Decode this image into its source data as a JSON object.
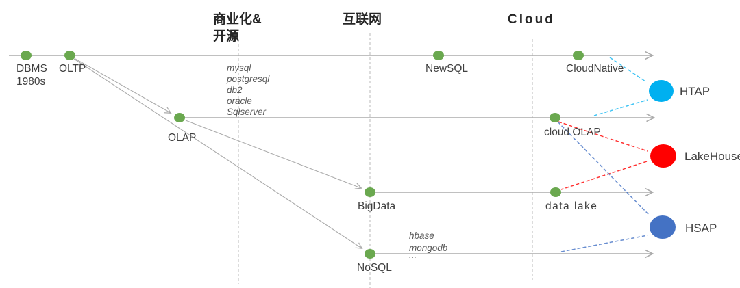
{
  "eras": [
    {
      "line1": "商业化&",
      "line2": "开源"
    },
    {
      "line1": "互联网"
    },
    {
      "line1": "Cloud"
    }
  ],
  "milestones": {
    "dbms_line1": "DBMS",
    "dbms_line2": "1980s",
    "oltp": "OLTP",
    "newsql": "NewSQL",
    "cloudnative": "CloudNative",
    "olap": "OLAP",
    "cloud_olap": "cloud OLAP",
    "bigdata": "BigData",
    "data_lake": "data lake",
    "nosql": "NoSQL"
  },
  "examples": {
    "relational": [
      "mysql",
      "postgresql",
      "db2",
      "oracle",
      "Sqlserver"
    ],
    "nosql": [
      "hbase",
      "mongodb",
      "..."
    ]
  },
  "endpoints": [
    {
      "label": "HTAP",
      "color": "#00B0F0"
    },
    {
      "label": "LakeHouse",
      "color": "#FF0000"
    },
    {
      "label": "HSAP",
      "color": "#4472C4"
    }
  ],
  "colors": {
    "milestone_green": "#6AA84F",
    "timeline_gray": "#ABABAB",
    "divider_gray": "#C9C9C9",
    "label_text": "#404040",
    "example_text": "#595959",
    "header_text": "#262626"
  }
}
